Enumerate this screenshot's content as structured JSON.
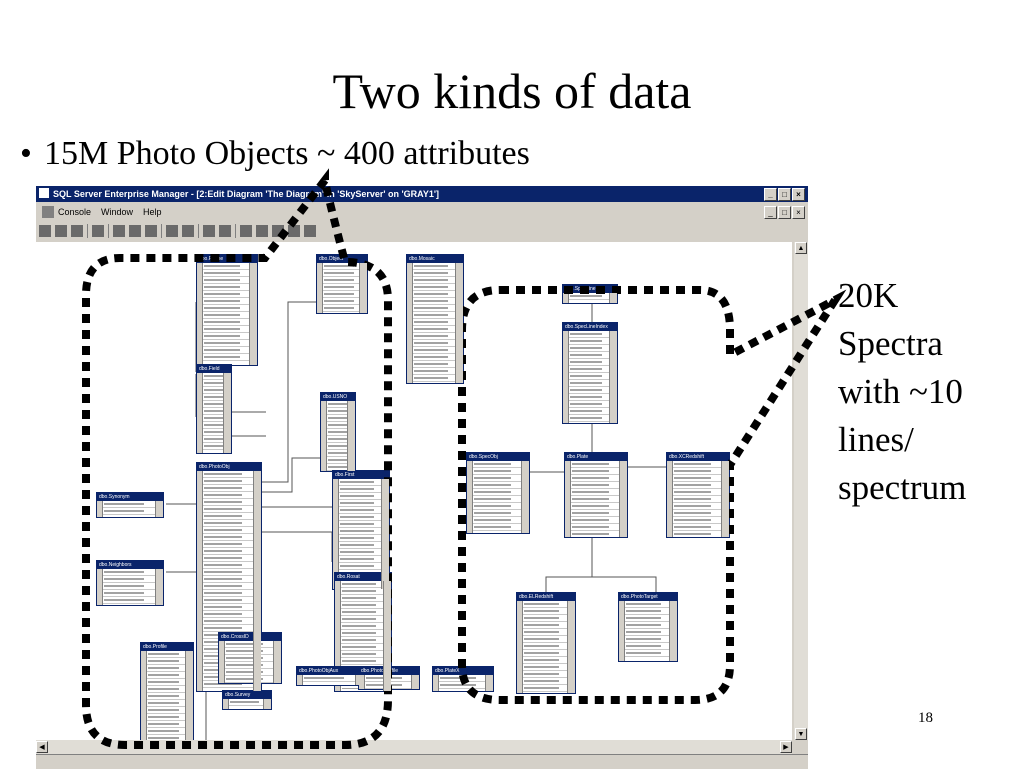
{
  "slide": {
    "title": "Two kinds of data",
    "bullet": "15M Photo Objects ~ 400 attributes",
    "bullet_symbol": "•",
    "side_lines": [
      "20K",
      "Spectra",
      "with ~10",
      "lines/",
      "spectrum"
    ],
    "page_number": "18"
  },
  "window": {
    "title": "SQL Server Enterprise Manager - [2:Edit Diagram 'The Diagram' in 'SkyServer' on 'GRAY1']",
    "menu": [
      "Console",
      "Window",
      "Help"
    ],
    "caption_buttons": [
      "_",
      "□",
      "×"
    ]
  },
  "tables": [
    {
      "name": "dbo.Frame"
    },
    {
      "name": "dbo.Field"
    },
    {
      "name": "dbo.PhotoObj"
    },
    {
      "name": "dbo.Synonym"
    },
    {
      "name": "dbo.Neighbors"
    },
    {
      "name": "dbo.Profile"
    },
    {
      "name": "dbo.CrossID"
    },
    {
      "name": "dbo.Survey"
    },
    {
      "name": "dbo.Object"
    },
    {
      "name": "dbo.Mosaic"
    },
    {
      "name": "dbo.USNO"
    },
    {
      "name": "dbo.First"
    },
    {
      "name": "dbo.Rosat"
    },
    {
      "name": "dbo.PhotoObjAux"
    },
    {
      "name": "dbo.PhotoProfile"
    },
    {
      "name": "dbo.PlateX"
    },
    {
      "name": "dbo.SpecLine"
    },
    {
      "name": "dbo.SpecLineIndex"
    },
    {
      "name": "dbo.SpecObj"
    },
    {
      "name": "dbo.Plate"
    },
    {
      "name": "dbo.XCRedshift"
    },
    {
      "name": "dbo.ELRedshift"
    },
    {
      "name": "dbo.PhotoTarget"
    }
  ],
  "colors": {
    "dash": "#000000",
    "title_bar": "#0a246a",
    "chrome": "#d4d0c8"
  }
}
